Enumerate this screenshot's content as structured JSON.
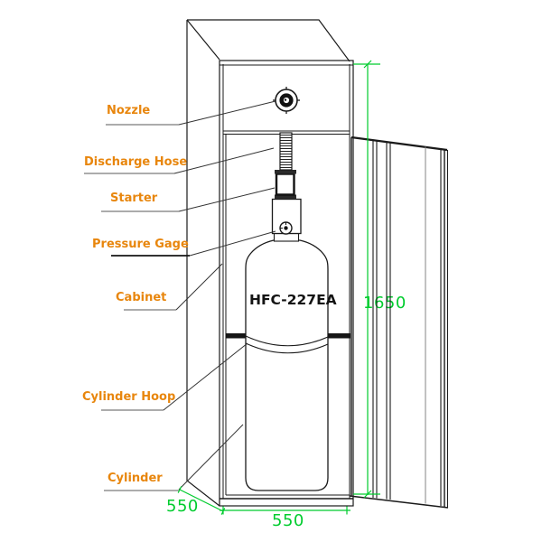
{
  "labels": {
    "nozzle": "Nozzle",
    "discharge_hose": "Discharge Hose",
    "starter": "Starter",
    "pressure_gage": "Pressure Gage",
    "cabinet": "Cabinet",
    "cylinder_hoop": "Cylinder Hoop",
    "cylinder": "Cylinder"
  },
  "cylinder_label": "HFC-227EA",
  "dimensions": {
    "height_mm": "1650",
    "width_mm": "550",
    "depth_mm": "550"
  },
  "colors": {
    "part_label": "#e8860d",
    "dimension": "#00cc2e",
    "line": "#1a1a1a"
  }
}
